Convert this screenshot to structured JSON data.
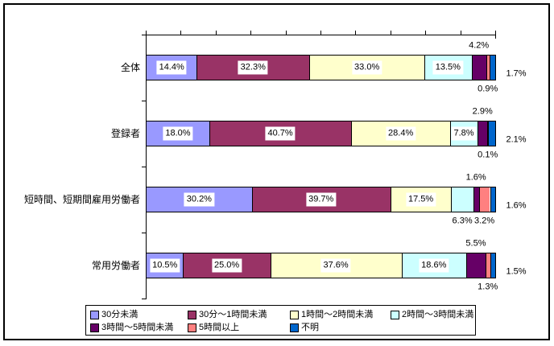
{
  "chart_data": {
    "type": "bar",
    "orientation": "horizontal",
    "stacked": true,
    "unit": "%",
    "title": "",
    "categories": [
      "全体",
      "登録者",
      "短時間、短期間雇用労働者",
      "常用労働者"
    ],
    "series": [
      {
        "name": "30分未満",
        "color": "#9999FF",
        "values": [
          14.4,
          18.0,
          30.2,
          10.5
        ]
      },
      {
        "name": "30分〜1時間未満",
        "color": "#993366",
        "values": [
          32.3,
          40.7,
          39.7,
          25.0
        ]
      },
      {
        "name": "1時間〜2時間未満",
        "color": "#FFFFCC",
        "values": [
          33.0,
          28.4,
          17.5,
          37.6
        ]
      },
      {
        "name": "2時間〜3時間未満",
        "color": "#CCFFFF",
        "values": [
          13.5,
          7.8,
          6.3,
          18.6
        ]
      },
      {
        "name": "3時間〜5時間未満",
        "color": "#660066",
        "values": [
          4.2,
          2.9,
          1.6,
          5.5
        ]
      },
      {
        "name": "5時間以上",
        "color": "#FF8080",
        "values": [
          0.9,
          0.1,
          3.2,
          1.3
        ]
      },
      {
        "name": "不明",
        "color": "#0066CC",
        "values": [
          1.7,
          2.1,
          1.6,
          1.5
        ]
      }
    ],
    "label_placements": [
      [
        "inside",
        "inside",
        "inside",
        "inside",
        "above",
        "below",
        "right"
      ],
      [
        "inside",
        "inside",
        "inside",
        "inside",
        "above",
        "below",
        "right"
      ],
      [
        "inside",
        "inside",
        "inside",
        "below",
        "above",
        "below",
        "right"
      ],
      [
        "inside",
        "inside",
        "inside",
        "inside",
        "above",
        "below",
        "right"
      ]
    ],
    "xlim": [
      0,
      100
    ],
    "tick_step": 10,
    "grid": false,
    "legend_position": "bottom",
    "axis_color": "#000000",
    "background_color": "#FFFFFF"
  }
}
